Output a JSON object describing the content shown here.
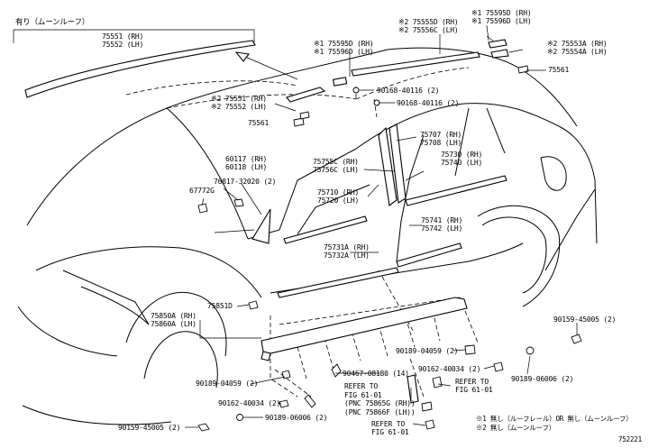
{
  "diagram": {
    "bracket_note": "有り（ムーンルーフ）",
    "catalog_number": "752221",
    "legend": {
      "note1": "※1 無し（ルーフレール）OR 無し（ムーンルーフ）",
      "note2": "※2 無し（ムーンルーフ）"
    },
    "callouts": {
      "p75551_top": [
        "75551 (RH)",
        "75552 (LH)"
      ],
      "p75551_mid": [
        "※2 75551 (RH)",
        "※2 75552 (LH)"
      ],
      "p75561_left": "75561",
      "p75595_left": [
        "※1 75595D (RH)",
        "※1 75596D (LH)"
      ],
      "p75555": [
        "※2 75555D (RH)",
        "※2 75556C (LH)"
      ],
      "p75595_right": [
        "※1 75595D (RH)",
        "※1 75596D (LH)"
      ],
      "p75553": [
        "※2 75553A (RH)",
        "※2 75554A (LH)"
      ],
      "p75561_right": "75561",
      "p90168_a": "90168-40116 (2)",
      "p90168_b": "90168-40116 (2)",
      "p75707": [
        "75707 (RH)",
        "75708 (LH)"
      ],
      "p75730": [
        "75730 (RH)",
        "75740 (LH)"
      ],
      "p60117": [
        "60117 (RH)",
        "60118 (LH)"
      ],
      "p76817": "76817-32020 (2)",
      "p67772": "67772G",
      "p75755": [
        "75755C (RH)",
        "75756C (LH)"
      ],
      "p75710": [
        "75710 (RH)",
        "75720 (LH)"
      ],
      "p75741": [
        "75741 (RH)",
        "75742 (LH)"
      ],
      "p75731": [
        "75731A (RH)",
        "75732A (LH)"
      ],
      "p75851": "75851D",
      "p75850": [
        "75850A (RH)",
        "75860A (LH)"
      ],
      "p90159_right": "90159-45005 (2)",
      "p90189_mid": "90189-04059 (2)",
      "p90467": "90467-08180 (14)",
      "p90162_right": "90162-40034 (2)",
      "p90189_right": "90189-06006 (2)",
      "p90189_left": "90189-04059 (2)",
      "p90162_left": "90162-40034 (2)",
      "p90159_left": "90159-45005 (2)",
      "p90189_bottom": "90189-06006 (2)",
      "refer_a": [
        "REFER TO",
        "FIG 61-01",
        "(PNC 75865G (RH))",
        "(PNC 75866F (LH))"
      ],
      "refer_b": [
        "REFER TO",
        "FIG 61-01"
      ],
      "refer_c": [
        "REFER TO",
        "FIG 61-01"
      ]
    }
  }
}
